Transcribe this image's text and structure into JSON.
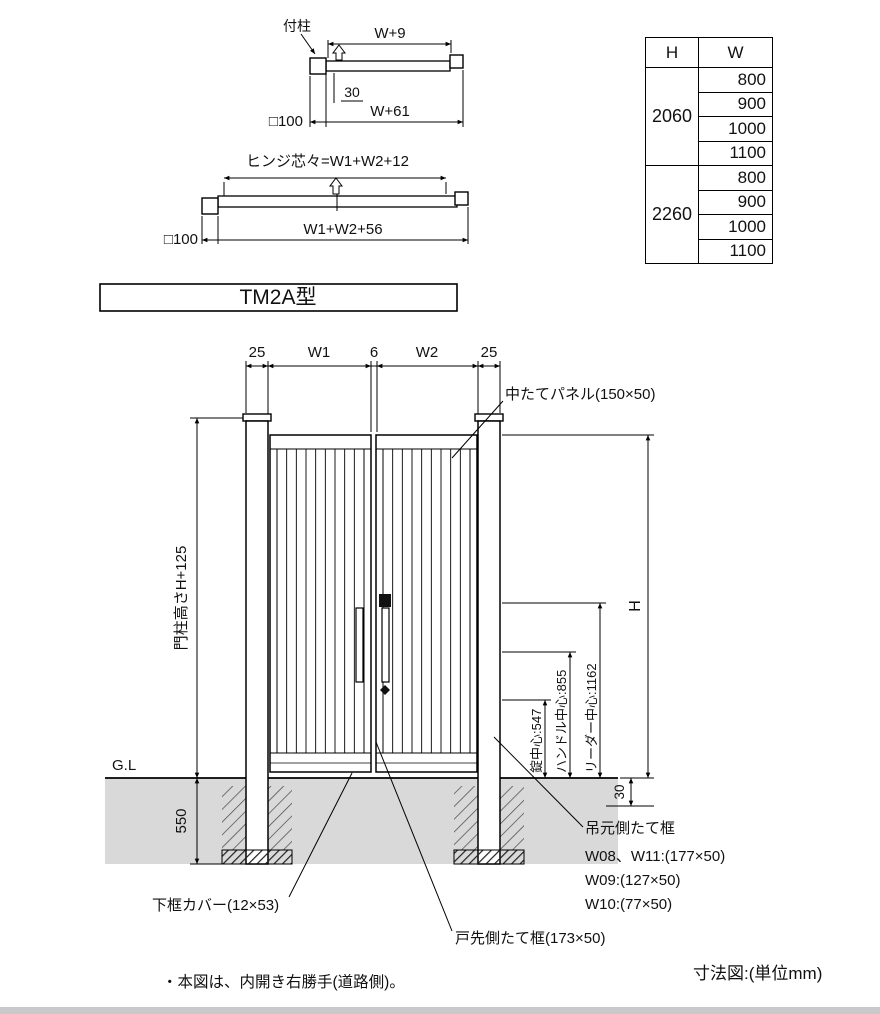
{
  "model_title": "TM2A型",
  "size_table": {
    "headers": [
      "H",
      "W"
    ],
    "groups": [
      {
        "h": "2060",
        "widths": [
          "800",
          "900",
          "1000",
          "1100"
        ]
      },
      {
        "h": "2260",
        "widths": [
          "800",
          "900",
          "1000",
          "1100"
        ]
      }
    ]
  },
  "plan_top": {
    "post_label": "付柱",
    "dim_w9": "W+9",
    "dim_30": "30",
    "post_size": "□100",
    "dim_w61": "W+61"
  },
  "plan_double": {
    "hinge_note": "ヒンジ芯々=W1+W2+12",
    "post_size": "□100",
    "dim_total": "W1+W2+56"
  },
  "elevation": {
    "top_dims": [
      "25",
      "W1",
      "6",
      "W2",
      "25"
    ],
    "post_height": "門柱高さH+125",
    "embed_depth": "550",
    "ground_label": "G.L",
    "height_label": "H",
    "bottom_clearance": "30",
    "lock_center": "錠中心:547",
    "handle_center": "ハンドル中心:855",
    "reader_center": "リーダー中心:1162",
    "center_panel": "中たてパネル(150×50)",
    "hinge_stile_title": "吊元側たて框",
    "hinge_stile_lines": [
      "W08、W11:(177×50)",
      "W09:(127×50)",
      "W10:(77×50)"
    ],
    "bottom_cover": "下框カバー(12×53)",
    "latch_stile": "戸先側たて框(173×50)"
  },
  "footer": {
    "note": "・本図は、内開き右勝手(道路側)。",
    "unit_note": "寸法図:(単位mm)"
  },
  "colors": {
    "line": "#111111",
    "soil": "#d9d9d9",
    "bottom_bar": "#c9c9c9"
  }
}
